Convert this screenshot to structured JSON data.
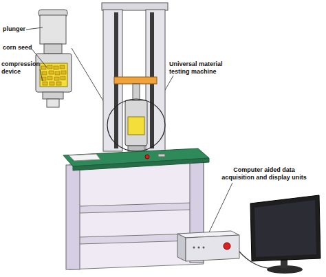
{
  "diagram": {
    "labels": [
      "plunger",
      "corn seed",
      "compression device",
      "Universal material testing machine",
      "Computer aided data acquisition and display units"
    ]
  }
}
